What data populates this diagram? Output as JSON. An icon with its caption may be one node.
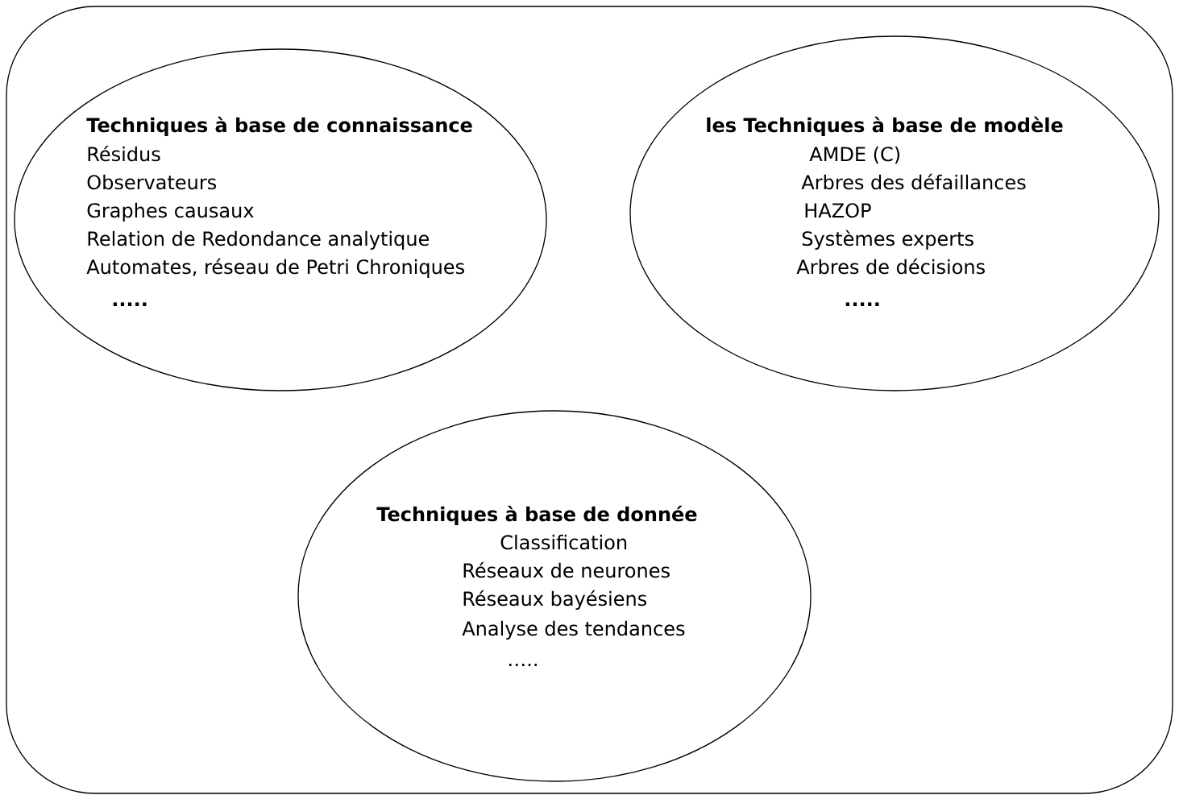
{
  "diagram": {
    "nodes": [
      {
        "text": [],
        "shape": "box"
      },
      {
        "text": [
          "Techniques à base de connaissance",
          "Résidus",
          "Observateurs",
          "Graphes causaux",
          "Relation de Redondance analytique",
          "Automates, réseau de Petri  Chroniques",
          "....."
        ],
        "in": 0
      },
      {
        "text": [
          "les Techniques à base de modèle",
          "AMDE (C)",
          "Arbres des défaillances",
          "HAZOP",
          "Systèmes experts",
          "Arbres de décisions",
          "....."
        ],
        "in": 0
      },
      {
        "text": [
          "Techniques à base de donnée",
          "Classification",
          "Réseaux de neurones",
          "Réseaux bayésiens",
          "Analyse des tendances",
          "….."
        ],
        "in": 0
      }
    ]
  }
}
